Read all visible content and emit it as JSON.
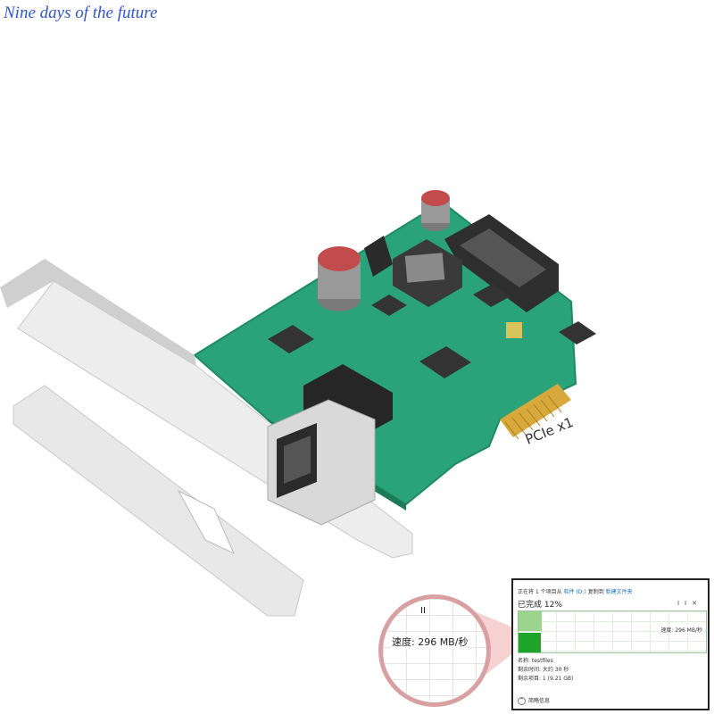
{
  "watermark": "Nine days of the future",
  "product": {
    "slot_label": "PCIe x1"
  },
  "copy_dialog": {
    "status_line_prefix": "正在将 1 个项目从",
    "status_source": "软件 (D:)",
    "status_mid": "复制到",
    "status_dest": "新建文件夹",
    "percent_complete": "已完成 12%",
    "progress_fraction": 0.12,
    "speed": "速度: 296 MB/秒",
    "name": "名称: testfiles",
    "time_remaining": "剩余时间: 大约 30 秒",
    "items_remaining": "剩余项目: 1 (9.21 GB)",
    "less_details": "简略信息",
    "pause_icon": "pause-icon",
    "close_icon": "close-icon"
  },
  "magnifier": {
    "pause_glyph": "II",
    "speed": "速度: 296 MB/秒"
  },
  "colors": {
    "pcb_green": "#2aa37a",
    "bracket": "#e4e4e4",
    "progress_green": "#1ea42b",
    "watermark_blue": "#2f55c9"
  }
}
